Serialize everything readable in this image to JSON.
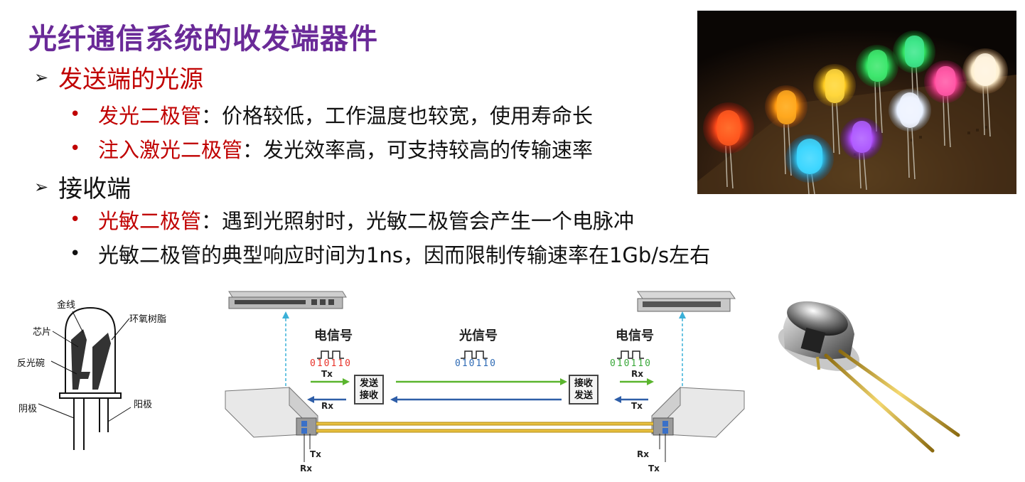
{
  "title": "光纤通信系统的收发端器件",
  "section1": {
    "heading": "发送端的光源",
    "items": [
      {
        "term": "发光二极管",
        "desc": "：价格较低，工作温度也较宽，使用寿命长"
      },
      {
        "term": "注入激光二极管",
        "desc": "：发光效率高，可支持较高的传输速率"
      }
    ]
  },
  "section2": {
    "heading": "接收端",
    "items": [
      {
        "term": "光敏二极管",
        "desc": "：遇到光照射时，光敏二极管会产生一个电脉冲"
      },
      {
        "term": "",
        "desc": "光敏二极管的典型响应时间为1ns，因而限制传输速率在1Gb/s左右"
      }
    ]
  },
  "led_diagram": {
    "labels": {
      "gold_wire": "金线",
      "chip": "芯片",
      "epoxy": "环氧树脂",
      "reflector": "反光碗",
      "cathode": "阴极",
      "anode": "阳极"
    }
  },
  "transceiver_diagram": {
    "left_signal": "电信号",
    "middle_signal": "光信号",
    "right_signal": "电信号",
    "left_bits": "010110",
    "middle_bits": "010110",
    "right_bits": "010110",
    "left_box": {
      "line1": "发送",
      "line2": "接收"
    },
    "right_box": {
      "line1": "接收",
      "line2": "发送"
    },
    "tx": "Tx",
    "rx": "Rx",
    "colors": {
      "electric_red": "#e8332a",
      "optical_blue": "#2f6bb5",
      "electric_green": "#3aa83a",
      "arrow_green": "#5ab52e",
      "arrow_blue": "#2e5ea8"
    }
  }
}
